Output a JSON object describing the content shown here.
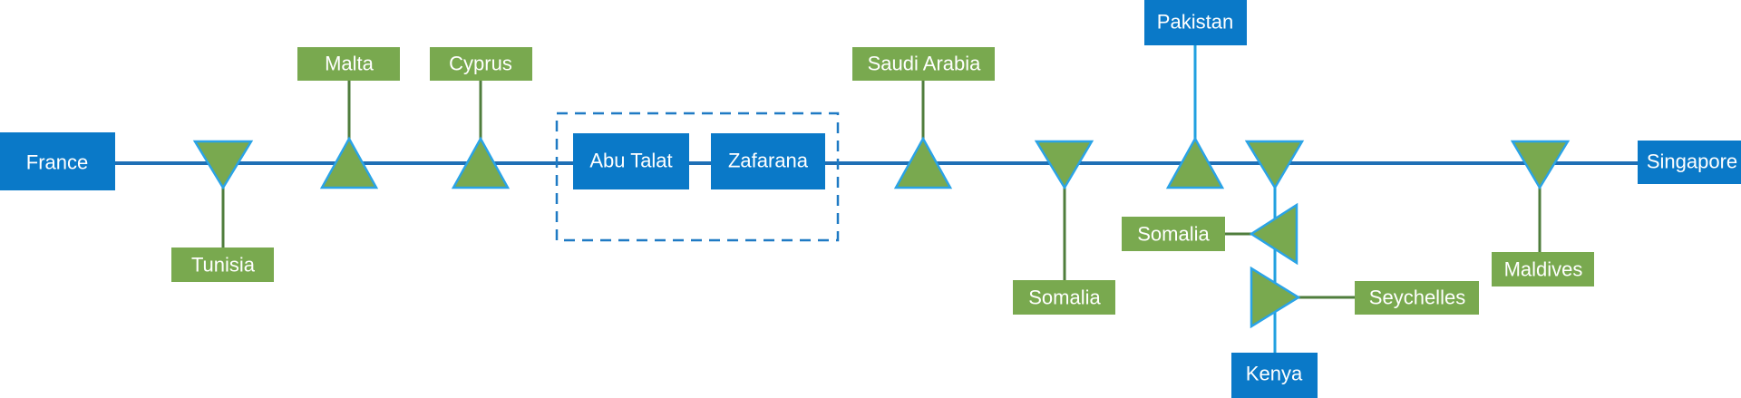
{
  "colors": {
    "landing_station": "#0a79c8",
    "branch_unit": "#79a94f",
    "trunk_line": "#1f6fb5",
    "cable_line": "#21a0e0",
    "branch_line": "#4f7d3c",
    "triangle_outline": "#2aa3e6",
    "dashed_box": "#1f7ac4"
  },
  "stations": {
    "france": "France",
    "abu_talat": "Abu Talat",
    "zafarana": "Zafarana",
    "pakistan": "Pakistan",
    "kenya": "Kenya",
    "singapore": "Singapore"
  },
  "branches": {
    "tunisia": "Tunisia",
    "malta": "Malta",
    "cyprus": "Cyprus",
    "saudi_arabia": "Saudi Arabia",
    "somalia_1": "Somalia",
    "somalia_2": "Somalia",
    "seychelles": "Seychelles",
    "maldives": "Maldives"
  }
}
